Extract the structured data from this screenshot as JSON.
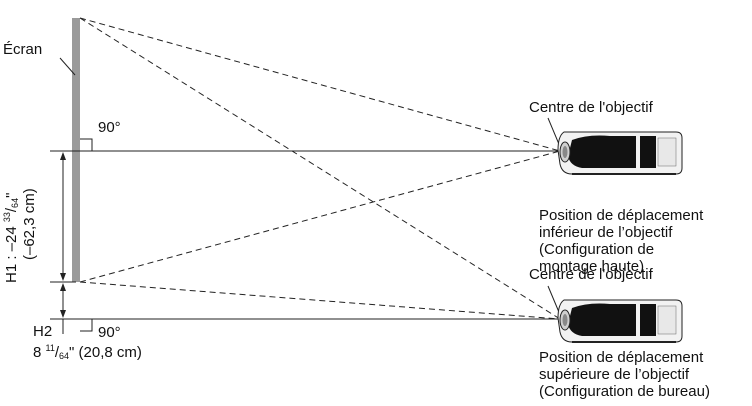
{
  "labels": {
    "screen": "Écran",
    "angle_top": "90°",
    "angle_bottom": "90°",
    "lens_center_top": "Centre de l'objectif",
    "lens_center_bottom": "Centre de l'objectif",
    "h2": "H2",
    "h1_prefix": "H1 : –24 ",
    "h1_num": "33",
    "h1_den": "64",
    "h1_suffix": "\"",
    "h1_metric": "(–62,3 cm)",
    "h2_whole": "8 ",
    "h2_num": "11",
    "h2_den": "64",
    "h2_suffix": "\" (20,8 cm)"
  },
  "caption_top": [
    "Position de déplacement",
    "inférieur de l’objectif",
    "(Configuration de",
    "montage haute)"
  ],
  "caption_bottom": [
    "Position de déplacement",
    "supérieure de l’objectif",
    "(Configuration de bureau)"
  ],
  "icons": {
    "projector_top": "projector-icon",
    "projector_bottom": "projector-icon"
  },
  "colors": {
    "screen": "#9a9a9a",
    "line": "#222222",
    "projector_body": "#f2f2f2",
    "projector_panel": "#111111"
  }
}
